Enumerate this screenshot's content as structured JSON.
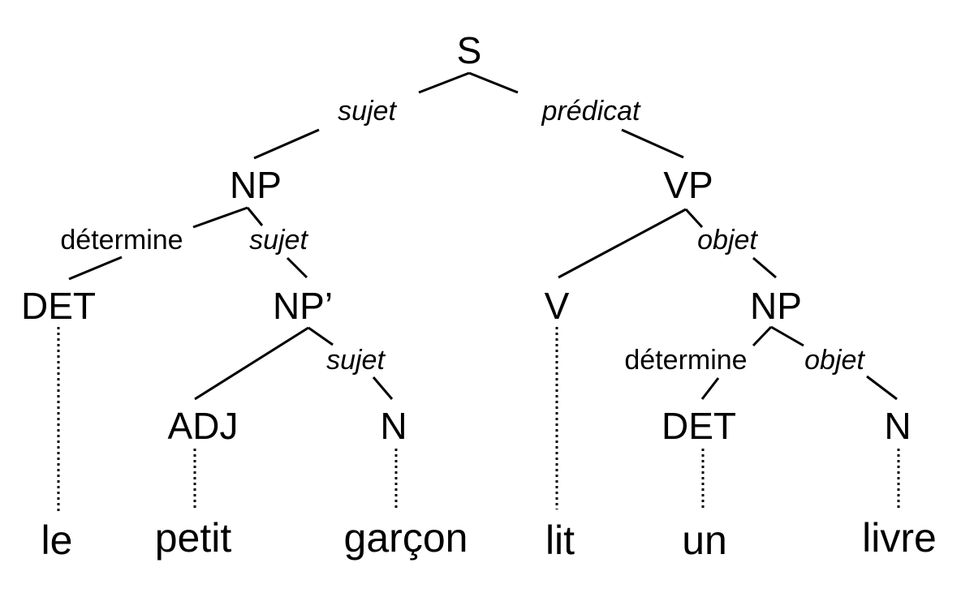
{
  "nodes": {
    "s": "S",
    "np_subj": "NP",
    "vp": "VP",
    "det1": "DET",
    "np_prime": "NP’",
    "v": "V",
    "np_obj": "NP",
    "adj": "ADJ",
    "n1": "N",
    "det2": "DET",
    "n2": "N"
  },
  "relations": {
    "s_np": "sujet",
    "s_vp": "prédicat",
    "np_det": "détermine",
    "np_npp": "sujet",
    "npp_n": "sujet",
    "vp_np": "objet",
    "np2_det": "détermine",
    "np2_n": "objet"
  },
  "words": {
    "le": "le",
    "petit": "petit",
    "garcon": "garçon",
    "lit": "lit",
    "un": "un",
    "livre": "livre"
  }
}
